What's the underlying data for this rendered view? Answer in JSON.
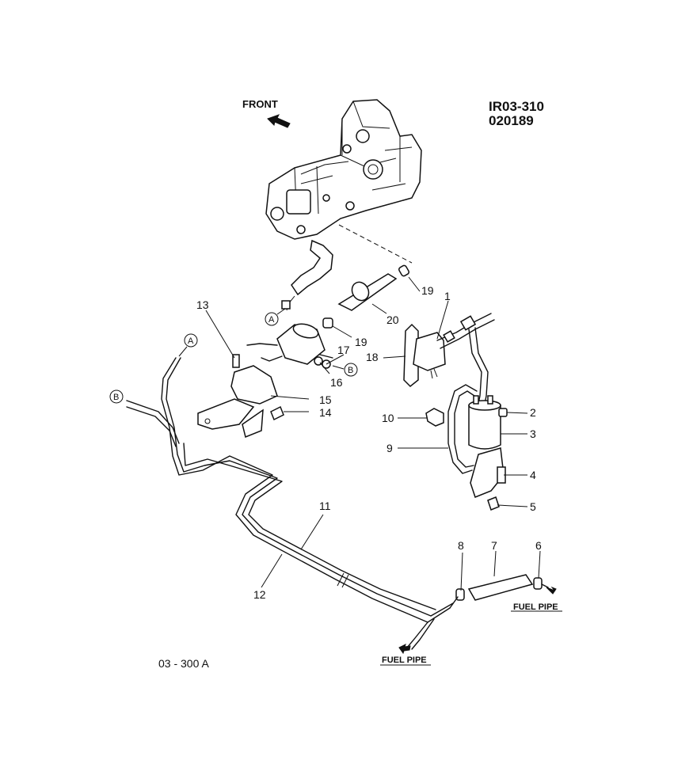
{
  "header": {
    "front": "FRONT",
    "id_line1": "IR03-310",
    "id_line2": "020189"
  },
  "footer": {
    "ref": "03 - 300 A"
  },
  "captions": {
    "fuel_pipe": "FUEL PIPE"
  },
  "markers": {
    "a": "A",
    "b": "B"
  },
  "callouts": {
    "c1": "1",
    "c2": "2",
    "c3": "3",
    "c4": "4",
    "c5": "5",
    "c6": "6",
    "c7": "7",
    "c8": "8",
    "c9": "9",
    "c10": "10",
    "c11": "11",
    "c12": "12",
    "c13": "13",
    "c14": "14",
    "c15": "15",
    "c16": "16",
    "c17": "17",
    "c18": "18",
    "c19": "19",
    "c20": "20"
  }
}
